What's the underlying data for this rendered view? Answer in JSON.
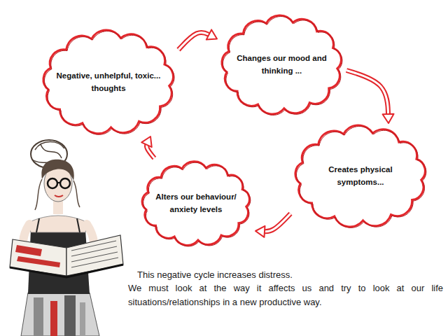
{
  "diagram": {
    "nodes": [
      {
        "text": [
          "Negative, unhelpful, toxic... thoughts"
        ]
      },
      {
        "text": [
          "Changes our mood and thinking ..."
        ]
      },
      {
        "text": [
          "Creates physical symptoms..."
        ]
      },
      {
        "text": [
          "Alters our behaviour/ anxiety levels"
        ]
      }
    ],
    "edges": [
      {
        "from": 0,
        "to": 1,
        "arrow": "to"
      },
      {
        "from": 1,
        "to": 2,
        "arrow": "to"
      },
      {
        "from": 2,
        "to": 3,
        "arrow": "to"
      },
      {
        "from": 3,
        "to": 0,
        "arrow": "to"
      }
    ],
    "labels": [
      "This negative cycle increases distress.",
      "We must look at the way it affects us and try to look at our life situations/relationships in a new productive way."
    ]
  }
}
